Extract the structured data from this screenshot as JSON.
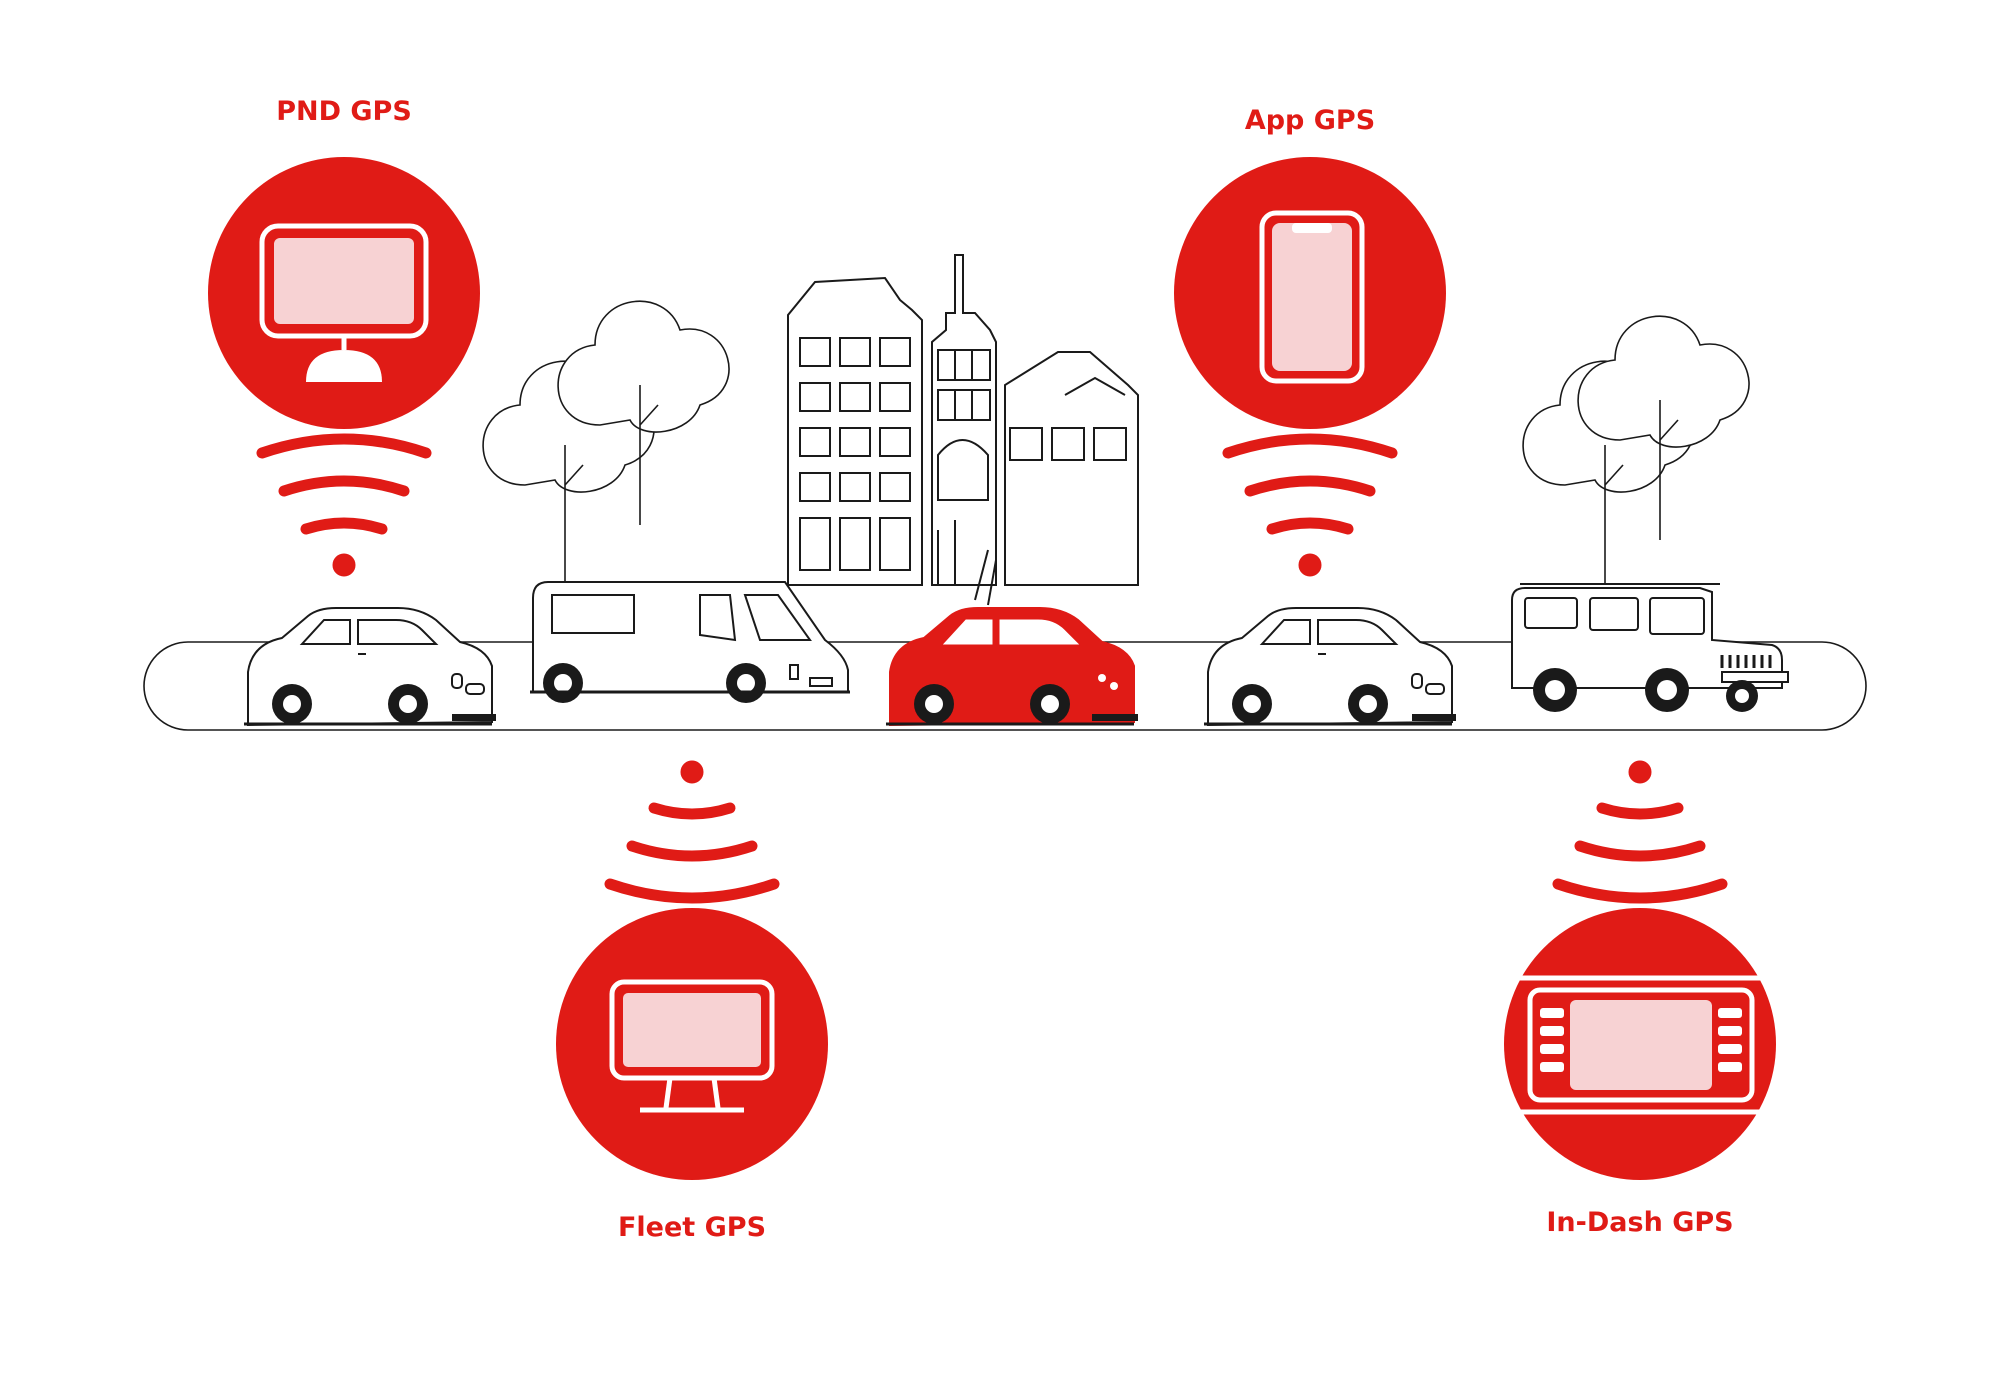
{
  "colors": {
    "accent": "#e01b16",
    "screen": "#f7d2d3",
    "outline": "#1a1a1a",
    "background": "#ffffff"
  },
  "devices": [
    {
      "id": "pnd",
      "label": "PND GPS",
      "icon": "pnd-device-icon"
    },
    {
      "id": "app",
      "label": "App GPS",
      "icon": "smartphone-icon"
    },
    {
      "id": "fleet",
      "label": "Fleet GPS",
      "icon": "monitor-icon"
    },
    {
      "id": "indash",
      "label": "In-Dash GPS",
      "icon": "car-radio-icon"
    }
  ],
  "scene": {
    "icons": [
      "road-icon",
      "city-buildings-icon",
      "tree-icon",
      "car-icon",
      "van-icon",
      "jeep-icon",
      "signal-waves-icon"
    ],
    "highlighted_vehicle": "red-car"
  }
}
